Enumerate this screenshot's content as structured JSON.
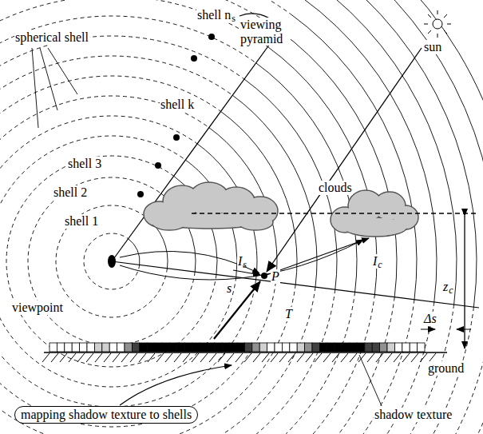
{
  "diagram": {
    "nodes": [
      {
        "text": [
          "mapping shadow texture to shells"
        ]
      }
    ],
    "labels": [
      "shell n",
      "s",
      "viewing pyramid",
      "sun",
      "spherical shell",
      "shell k",
      "shell 3",
      "shell 2",
      "shell 1",
      "clouds",
      "I",
      "s",
      "I",
      "c",
      "P",
      "s",
      "T",
      "z",
      "c",
      "Δs",
      "viewpoint",
      "ground",
      "shadow texture"
    ]
  }
}
